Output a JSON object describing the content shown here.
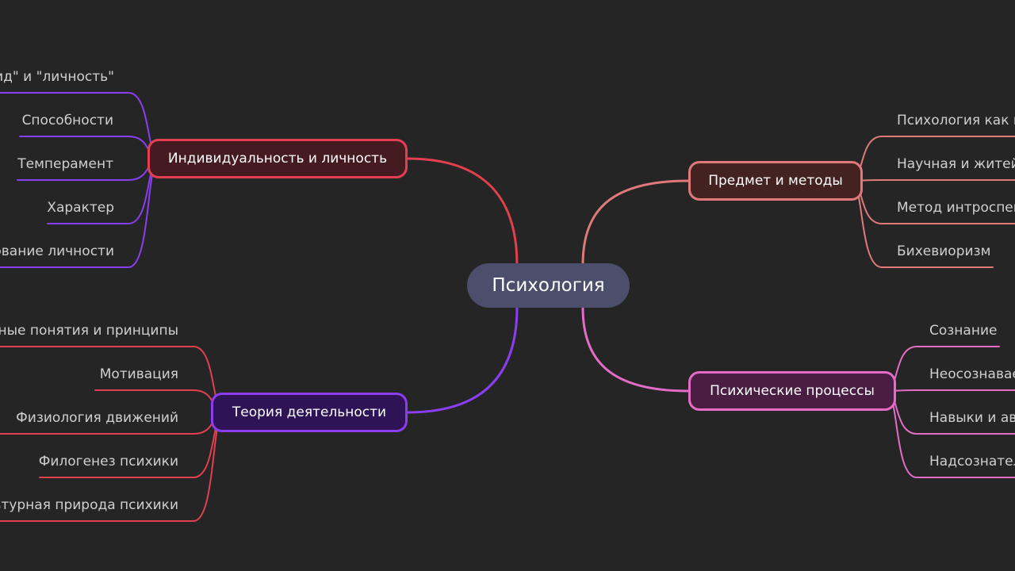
{
  "map": {
    "root": {
      "label": "Психология"
    },
    "branches": [
      {
        "label": "Индивидуальность и личность",
        "color": "#e2404f",
        "leaf_color": "#8a3ef0",
        "children": [
          "Понятия \"индивид\" и \"личность\"",
          "Способности",
          "Темперамент",
          "Характер",
          "Формирование личности"
        ]
      },
      {
        "label": "Теория деятельности",
        "color": "#8a3ef0",
        "leaf_color": "#e2404f",
        "children": [
          "Основные понятия и принципы",
          "Мотивация",
          "Физиология движений",
          "Филогенез психики",
          "Культурная природа психики"
        ]
      },
      {
        "label": "Предмет и методы",
        "color": "#e07a7a",
        "leaf_color": "#e07a7a",
        "children": [
          "Психология как наука",
          "Научная и житейская психология",
          "Метод интроспекции",
          "Бихевиоризм"
        ]
      },
      {
        "label": "Психические процессы",
        "color": "#e56cc6",
        "leaf_color": "#e56cc6",
        "children": [
          "Сознание",
          "Неосознаваемые процессы",
          "Навыки и автоматизмы",
          "Надсознательные процессы"
        ]
      }
    ]
  }
}
